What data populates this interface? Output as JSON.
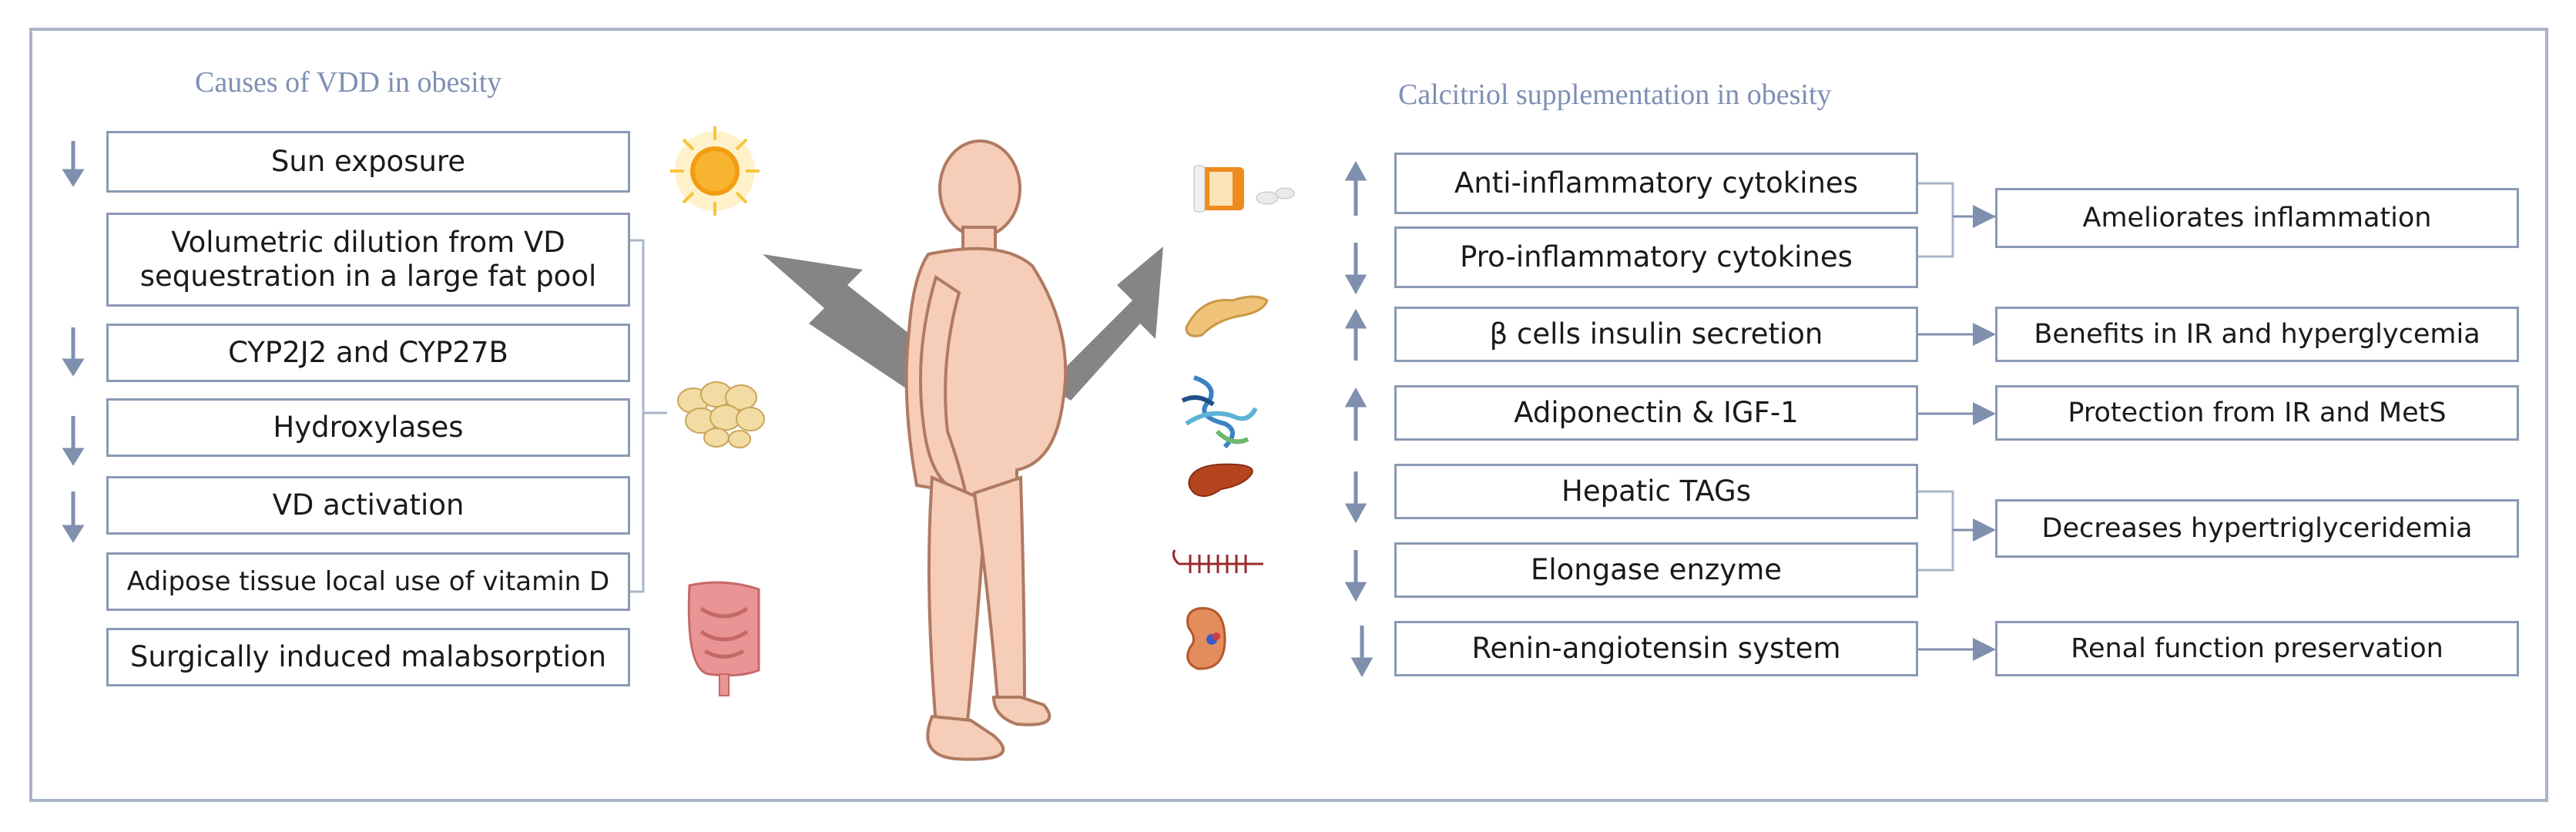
{
  "left": {
    "title": "Causes of VDD in obesity",
    "items": [
      {
        "label": "Sun exposure",
        "dir": "down"
      },
      {
        "label": "Volumetric dilution from VD sequestration in a large fat pool",
        "dir": ""
      },
      {
        "label": "CYP2J2 and CYP27B",
        "dir": "down"
      },
      {
        "label": "Hydroxylases",
        "dir": "down"
      },
      {
        "label": "VD activation",
        "dir": "down"
      },
      {
        "label": "Adipose tissue local use of vitamin D",
        "dir": ""
      },
      {
        "label": "Surgically induced malabsorption",
        "dir": ""
      }
    ]
  },
  "right": {
    "title": "Calcitriol supplementation in obesity",
    "items": [
      {
        "label": "Anti-inflammatory cytokines",
        "dir": "up"
      },
      {
        "label": "Pro-inflammatory cytokines",
        "dir": "down"
      },
      {
        "label": "β cells insulin secretion",
        "dir": "up"
      },
      {
        "label": "Adiponectin & IGF-1",
        "dir": "up"
      },
      {
        "label": "Hepatic TAGs",
        "dir": "down"
      },
      {
        "label": "Elongase enzyme",
        "dir": "down"
      },
      {
        "label": "Renin-angiotensin system",
        "dir": "down"
      }
    ],
    "outcomes": [
      {
        "label": "Ameliorates inflammation"
      },
      {
        "label": "Benefits in IR and hyperglycemia"
      },
      {
        "label": "Protection from IR and MetS"
      },
      {
        "label": "Decreases hypertriglyceridemia"
      },
      {
        "label": "Renal function preservation"
      }
    ]
  },
  "colors": {
    "border": "#8a99b5",
    "arrow": "#7f8fae",
    "big_arrow": "#858585",
    "title": "#7d8fb3"
  },
  "icons": [
    "sun-icon",
    "fat-cells-icon",
    "intestine-icon",
    "pill-bottle-icon",
    "pancreas-icon",
    "protein-icon",
    "liver-icon",
    "fatty-acid-icon",
    "kidney-icon",
    "obese-human-figure"
  ]
}
